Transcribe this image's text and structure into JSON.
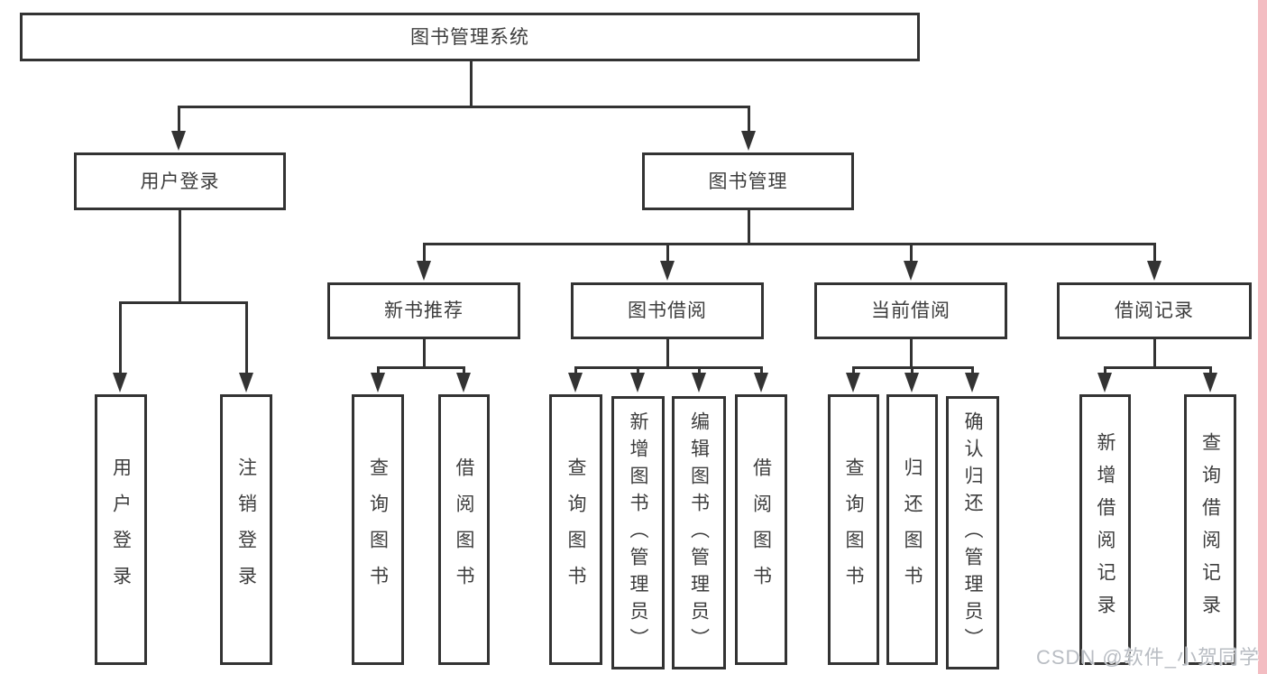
{
  "nodes": {
    "root": {
      "label": "图书管理系统"
    },
    "level2": [
      {
        "label": "用户登录"
      },
      {
        "label": "图书管理"
      }
    ],
    "level3": [
      {
        "label": "新书推荐"
      },
      {
        "label": "图书借阅"
      },
      {
        "label": "当前借阅"
      },
      {
        "label": "借阅记录"
      }
    ],
    "leaves": [
      {
        "label": "用户登录"
      },
      {
        "label": "注销登录"
      },
      {
        "label": "查询图书"
      },
      {
        "label": "借阅图书"
      },
      {
        "label": "查询图书"
      },
      {
        "label": "新增图书（管理员）"
      },
      {
        "label": "编辑图书（管理员）"
      },
      {
        "label": "借阅图书"
      },
      {
        "label": "查询图书"
      },
      {
        "label": "归还图书"
      },
      {
        "label": "确认归还（管理员）"
      },
      {
        "label": "新增借阅记录"
      },
      {
        "label": "查询借阅记录"
      }
    ]
  },
  "watermark": "CSDN @软件_小贺同学",
  "colors": {
    "line": "#333333",
    "text": "#3d3d3d",
    "watermark": "#b9bdc3",
    "right_strip": "#f3bdc2",
    "background": "#ffffff"
  }
}
